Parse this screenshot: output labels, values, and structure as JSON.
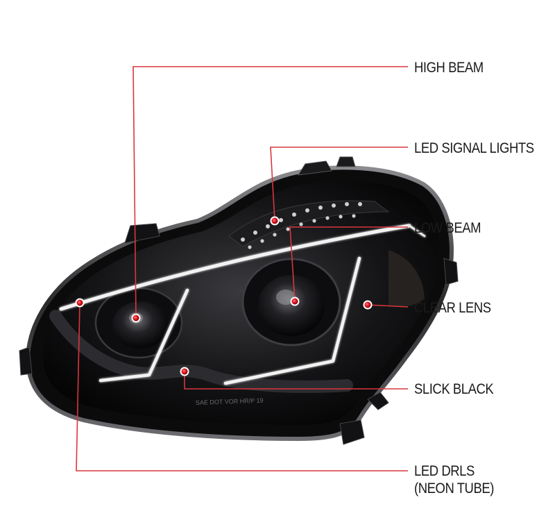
{
  "callouts": [
    {
      "id": "high-beam",
      "label": "HIGH BEAM"
    },
    {
      "id": "led-signal-lights",
      "label": "LED SIGNAL LIGHTS"
    },
    {
      "id": "low-beam",
      "label": "LOW BEAM"
    },
    {
      "id": "clear-lens",
      "label": "CLEAR LENS"
    },
    {
      "id": "slick-black",
      "label": "SLICK BLACK"
    },
    {
      "id": "led-drls",
      "label": "LED DRLS",
      "sub": "(NEON TUBE)"
    }
  ],
  "housing_markings": {
    "dot_text": "SAE DOT VOR HR/P 19"
  },
  "colors": {
    "callout_line": "#d9363e",
    "housing": "#0b0b0c",
    "drl_tube": "#f2f2f2"
  }
}
